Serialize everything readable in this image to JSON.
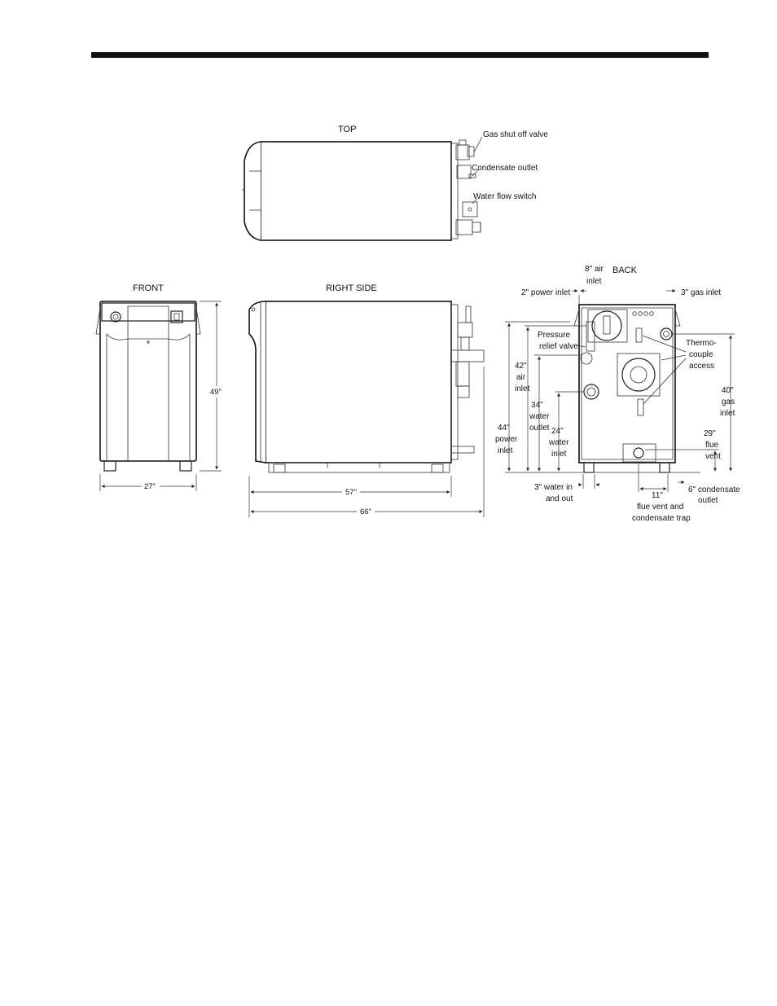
{
  "views": {
    "top": "TOP",
    "front": "FRONT",
    "right_side": "RIGHT SIDE",
    "back": "BACK"
  },
  "top_callouts": {
    "gas_valve": "Gas shut off valve",
    "condensate": "Condensate outlet",
    "flow_switch": "Water flow switch"
  },
  "front_dims": {
    "height": "49\"",
    "width": "27\""
  },
  "side_dims": {
    "body_length": "57\"",
    "overall_length": "66\""
  },
  "back_labels": {
    "air_inlet_size_1": "8\" air",
    "air_inlet_size_2": "inlet",
    "power_inlet": "2\" power inlet",
    "gas_inlet": "3\" gas inlet",
    "relief_1": "Pressure",
    "relief_2": "relief valve",
    "thermo_1": "Thermo-",
    "thermo_2": "couple",
    "thermo_3": "access",
    "air_h_1": "42\"",
    "air_h_2": "air",
    "air_h_3": "inlet",
    "gas_h_1": "40\"",
    "gas_h_2": "gas",
    "gas_h_3": "inlet",
    "wout_h_1": "34\"",
    "wout_h_2": "water",
    "wout_h_3": "outlet",
    "power_h_1": "44\"",
    "power_h_2": "power",
    "power_h_3": "inlet",
    "win_h_1": "24\"",
    "win_h_2": "water",
    "win_h_3": "inlet",
    "flue_h_1": "29\"",
    "flue_h_2": "flue",
    "flue_h_3": "vent",
    "water_size_1": "3\" water in",
    "water_size_2": "and out",
    "flue_w_1": "11\"",
    "flue_w_2": "flue vent and",
    "flue_w_3": "condensate trap",
    "cond_size_1": "6\" condensate",
    "cond_size_2": "outlet"
  }
}
